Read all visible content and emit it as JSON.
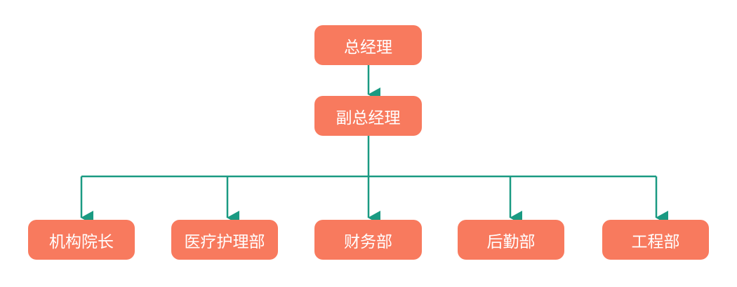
{
  "colors": {
    "node_fill": "#f87a5e",
    "node_text": "#ffffff",
    "connector": "#1a9a82"
  },
  "chart": {
    "top": {
      "label": "总经理"
    },
    "deputy": {
      "label": "副总经理"
    },
    "departments": [
      {
        "label": "机构院长"
      },
      {
        "label": "医疗护理部"
      },
      {
        "label": "财务部"
      },
      {
        "label": "后勤部"
      },
      {
        "label": "工程部"
      }
    ]
  }
}
